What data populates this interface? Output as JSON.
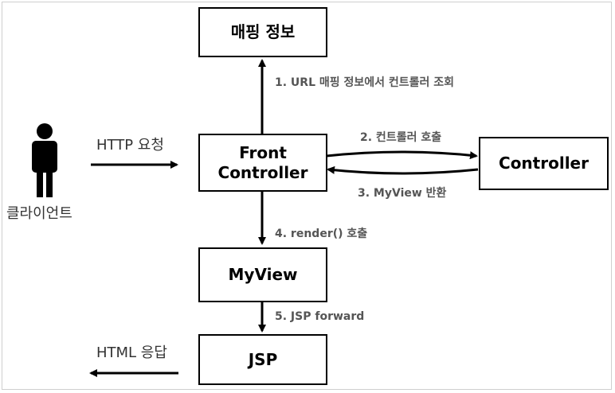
{
  "boxes": {
    "mapping": "매핑 정보",
    "front_line1": "Front",
    "front_line2": "Controller",
    "controller": "Controller",
    "myview": "MyView",
    "jsp": "JSP"
  },
  "client": {
    "label": "클라이언트",
    "icon": "person-icon"
  },
  "edges": {
    "http_request": "HTTP 요청",
    "url_lookup": "1. URL 매핑 정보에서 컨트롤러 조회",
    "call_controller": "2. 컨트롤러 호출",
    "return_myview": "3. MyView 반환",
    "render_call": "4. render() 호출",
    "jsp_forward": "5. JSP forward",
    "html_response": "HTML 응답"
  }
}
